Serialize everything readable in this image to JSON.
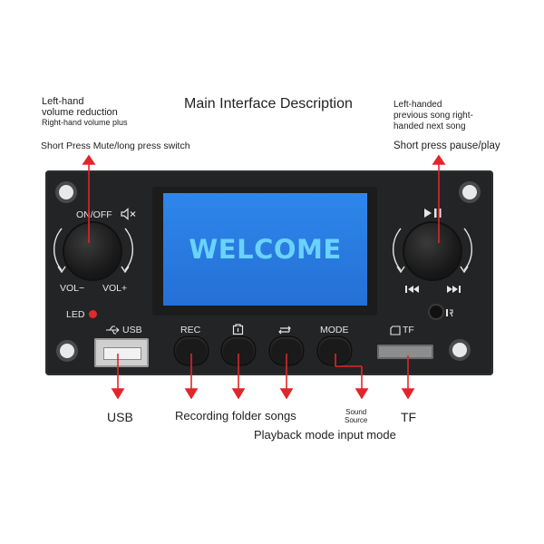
{
  "title": "Main Interface Description",
  "annotations": {
    "left_top_line1": "Left-hand",
    "left_top_line2": "volume reduction",
    "left_top_line3": "Right-hand volume plus",
    "left_short_press": "Short Press Mute/long press switch",
    "right_top_line1": "Left-handed",
    "right_top_line2": "previous song right-",
    "right_top_line3": "handed next song",
    "right_short_press": "Short press pause/play"
  },
  "board": {
    "screen_text": "WELCOME",
    "onoff_label": "ON/OFF",
    "vol_minus": "VOL−",
    "vol_plus": "VOL+",
    "led_label": "LED",
    "usb_label": "USB",
    "rec_label": "REC",
    "mode_label": "MODE",
    "tf_label": "TF",
    "play_pause_symbol": "▶❙❙",
    "prev_symbol": "⧏⧏",
    "next_symbol": "▶▶❙",
    "mute_icon": "speaker-mute-icon",
    "folder_icon": "folder-icon",
    "repeat_icon": "repeat-icon",
    "ir_icon": "ir-receiver-icon"
  },
  "bottom_labels": {
    "usb": "USB",
    "recording_folder_songs": "Recording folder songs",
    "sound_source_line1": "Sound",
    "sound_source_line2": "Source",
    "tf": "TF",
    "playback_mode": "Playback mode input mode"
  },
  "colors": {
    "arrow": "#e0262a",
    "board": "#232426",
    "screen": "#2a7ce0",
    "screen_text": "#6ad2ff"
  }
}
